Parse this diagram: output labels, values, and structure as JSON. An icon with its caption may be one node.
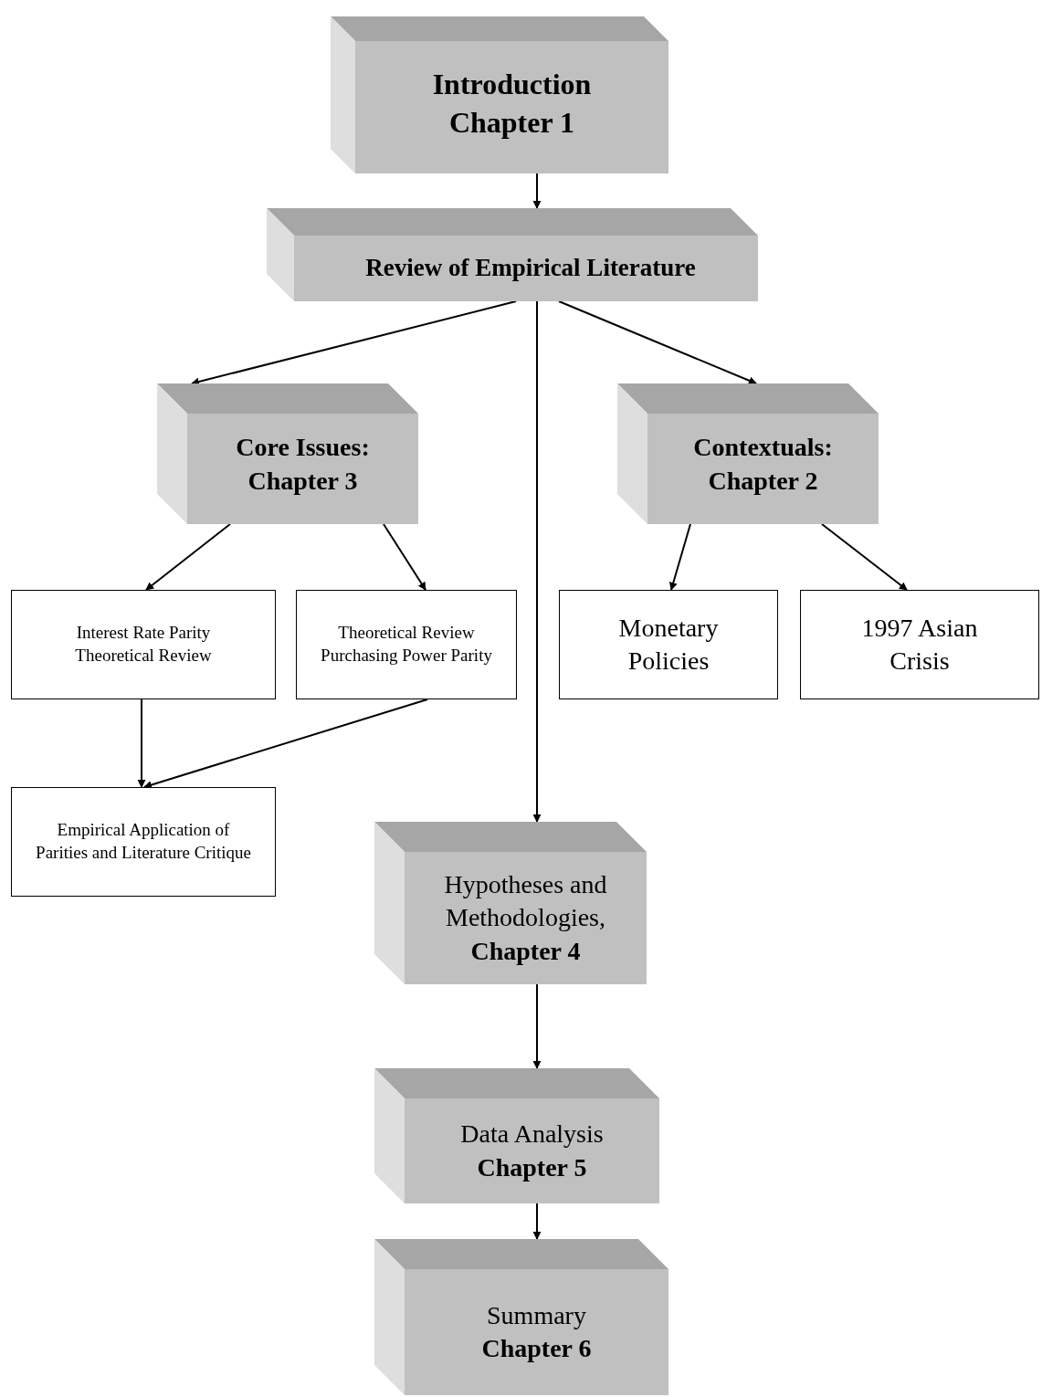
{
  "diagram": {
    "nodes": [
      {
        "text": [
          "Introduction Chapter 1"
        ]
      },
      {
        "text": [
          "Review of Empirical Literature"
        ]
      },
      {
        "text": [
          "Core Issues: Chapter 3"
        ]
      },
      {
        "text": [
          "Contextuals: Chapter 2"
        ]
      },
      {
        "text": [
          "Interest Rate Parity Theoretical Review"
        ]
      },
      {
        "text": [
          "Theoretical Review Purchasing Power Parity"
        ]
      },
      {
        "text": [
          "Monetary Policies"
        ]
      },
      {
        "text": [
          "1997 Asian Crisis"
        ]
      },
      {
        "text": [
          "Empirical Application of Parities and Literature Critique"
        ]
      },
      {
        "text": [
          "Hypotheses and Methodologies, **Chapter 4**"
        ]
      },
      {
        "text": [
          "Data Analysis **Chapter 5**"
        ]
      },
      {
        "text": [
          "Summary **Chapter 6**"
        ]
      }
    ],
    "edges": [
      {
        "from": 0,
        "to": 1,
        "arrow": "to"
      },
      {
        "from": 1,
        "to": 2,
        "arrow": "to"
      },
      {
        "from": 1,
        "to": 3,
        "arrow": "to"
      },
      {
        "from": 1,
        "to": 9,
        "arrow": "to"
      },
      {
        "from": 2,
        "to": 4,
        "arrow": "to"
      },
      {
        "from": 2,
        "to": 5,
        "arrow": "to"
      },
      {
        "from": 3,
        "to": 6,
        "arrow": "to"
      },
      {
        "from": 3,
        "to": 7,
        "arrow": "to"
      },
      {
        "from": 4,
        "to": 8,
        "arrow": "to"
      },
      {
        "from": 5,
        "to": 8,
        "arrow": "to"
      },
      {
        "from": 9,
        "to": 10,
        "arrow": "to"
      },
      {
        "from": 10,
        "to": 11,
        "arrow": "to"
      }
    ]
  }
}
